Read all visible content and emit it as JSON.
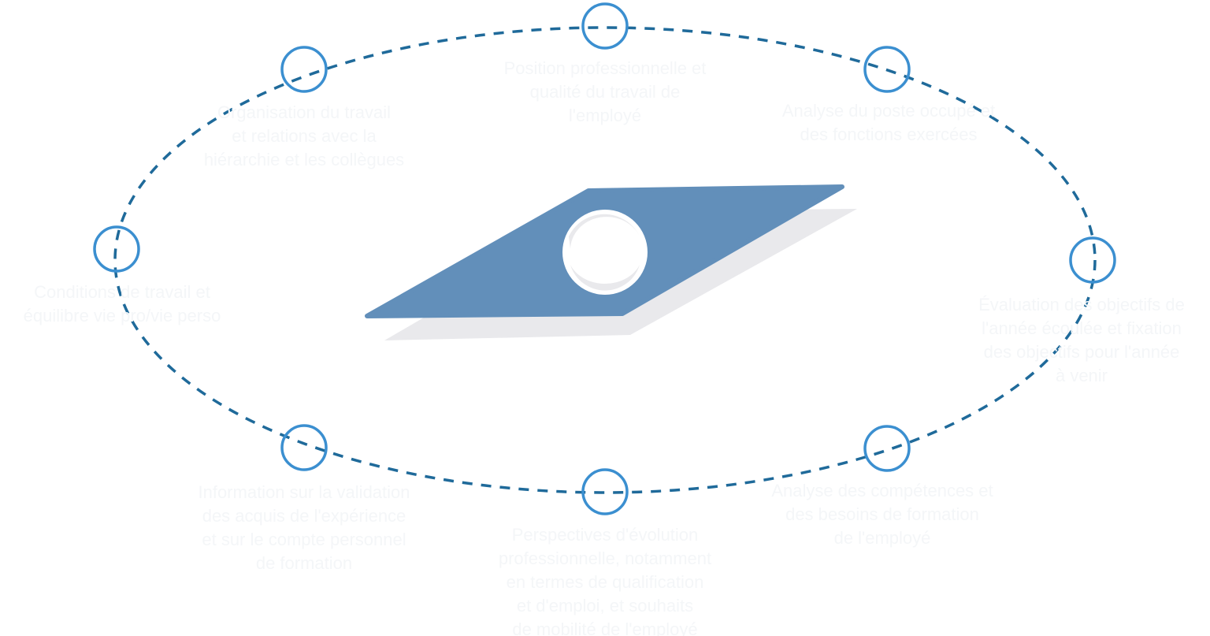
{
  "colors": {
    "accent": "#3b8fd0",
    "orbit": "#1f6a9a",
    "shape_fill": "#628fba",
    "shadow": "#e9e9ec",
    "text": "#f4f6f8",
    "background": "#ffffff"
  },
  "center": {
    "icon": "parallelogram-with-hole-icon"
  },
  "nodes": [
    {
      "id": "top",
      "icon": "ring-icon",
      "label": "Position professionnelle et\nqualité du travail de\nl'employé"
    },
    {
      "id": "top-right",
      "icon": "ring-icon",
      "label": "Analyse du poste occupé et\ndes fonctions exercées"
    },
    {
      "id": "right",
      "icon": "ring-icon",
      "label": "Évaluation des objectifs de\nl'année écoulée et fixation\ndes objectifs pour l'année\nà venir"
    },
    {
      "id": "bottom-right",
      "icon": "ring-icon",
      "label": "Analyse des compétences et\ndes besoins de formation\nde l'employé"
    },
    {
      "id": "bottom",
      "icon": "ring-icon",
      "label": "Perspectives d'évolution\nprofessionnelle, notamment\nen termes de qualification\net d'emploi, et souhaits\nde mobilité de l'employé"
    },
    {
      "id": "bottom-left",
      "icon": "ring-icon",
      "label": "Information sur la validation\ndes acquis de l'expérience\net sur le compte personnel\nde formation"
    },
    {
      "id": "left",
      "icon": "ring-icon",
      "label": "Conditions de travail et\néquilibre vie pro/vie perso"
    },
    {
      "id": "top-left",
      "icon": "ring-icon",
      "label": "Organisation du travail\net relations avec la\nhiérarchie et les collègues"
    }
  ]
}
